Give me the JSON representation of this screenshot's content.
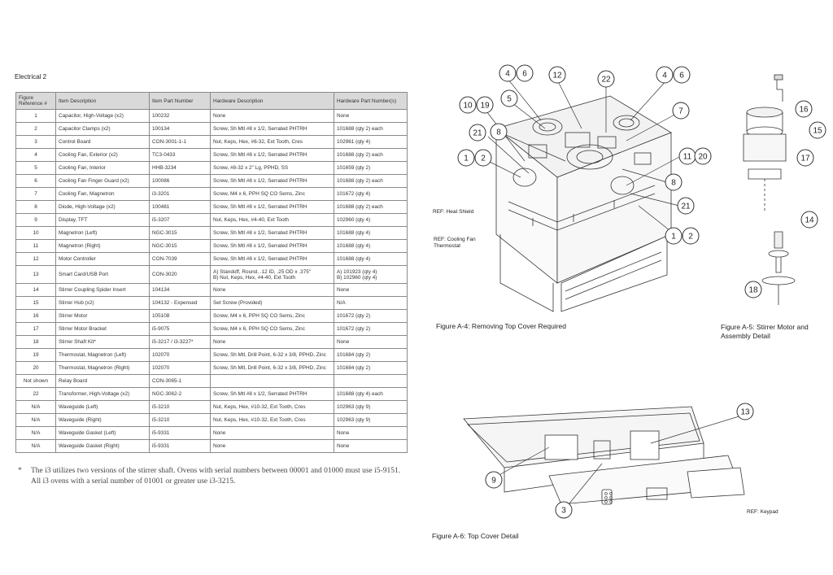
{
  "section_title": "Electrical 2",
  "table": {
    "headers": [
      "Figure Reference #",
      "Item Description",
      "Item Part Number",
      "Hardware Description",
      "Hardware Part Number(s)"
    ],
    "rows": [
      [
        "1",
        "Capacitor, High-Voltage (x2)",
        "100232",
        "None",
        "None"
      ],
      [
        "2",
        "Capacitor Clamps (x2)",
        "100134",
        "Screw, Sh Mtl #8 x 1/2, Serrated PHTRH",
        "101688 (qty 2) each"
      ],
      [
        "3",
        "Control Board",
        "CON-3001-1-1",
        "Nut, Keps, Hex, #6-32, Ext Tooth, Cres",
        "102961 (qty 4)"
      ],
      [
        "4",
        "Cooling Fan, Exterior (x2)",
        "TC3-0433",
        "Screw, Sh Mtl #8 x 1/2, Serrated PHTRH",
        "101688 (qty 2) each"
      ],
      [
        "5",
        "Cooling Fan, Interior",
        "HHB-3234",
        "Screw, #8-32 x 2\" Lg, PPHD, SS",
        "101659 (qty 2)"
      ],
      [
        "6",
        "Cooling Fan Finger Guard (x2)",
        "100086",
        "Screw, Sh Mtl #8 x 1/2, Serrated PHTRH",
        "101688 (qty 2) each"
      ],
      [
        "7",
        "Cooling Fan, Magnetron",
        "i3-3201",
        "Screw, M4 x 6,  PPH SQ CO Sems, Zinc",
        "101672 (qty 4)"
      ],
      [
        "8",
        "Diode, High-Voltage (x2)",
        "100481",
        "Screw, Sh Mtl #8 x 1/2, Serrated PHTRH",
        "101688 (qty 2) each"
      ],
      [
        "9",
        "Display, TFT",
        "i5-3207",
        "Nut, Keps, Hex, #4-40, Ext Tooth",
        "102960 (qty 4)"
      ],
      [
        "10",
        "Magnetron (Left)",
        "NGC-3015",
        "Screw, Sh Mtl #8 x 1/2, Serrated PHTRH",
        "101688 (qty 4)"
      ],
      [
        "11",
        "Magnetron (Right)",
        "NGC-3015",
        "Screw, Sh Mtl #8 x 1/2, Serrated PHTRH",
        "101688 (qty 4)"
      ],
      [
        "12",
        "Motor Controller",
        "CON-7039",
        "Screw, Sh Mtl #8 x 1/2, Serrated PHTRH",
        "101688 (qty 4)"
      ],
      [
        "13",
        "Smart Card/USB Port",
        "CON-3020",
        "A) Standoff, Round, .12 ID, .25 OD x .375\"|B) Nut, Keps, Hex, #4-40, Ext Tooth",
        "A) 101923 (qty 4)|B) 102960 (qty 4)"
      ],
      [
        "14",
        "Stirrer Coupling Spider Insert",
        "104134",
        "None",
        "None"
      ],
      [
        "15",
        "Stirrer Hub (x2)",
        "104132 - Expensed",
        "Set Screw (Provided)",
        "N/A"
      ],
      [
        "16",
        "Stirrer Motor",
        "105108",
        "Screw, M4 x 6,  PPH SQ CO Sems, Zinc",
        "101672 (qty 2)"
      ],
      [
        "17",
        "Stirrer Motor Bracket",
        "i5-9075",
        "Screw, M4 x 6,  PPH SQ CO Sems, Zinc",
        "101672 (qty 2)"
      ],
      [
        "18",
        "Stirrer Shaft Kit*",
        "i5-3217 / i3-3227*",
        "None",
        "None"
      ],
      [
        "19",
        "Thermostat, Magnetron (Left)",
        "102070",
        "Screw, Sh Mtl, Drill Point, 6-32 x 3/8, PPHD, Zinc",
        "101684 (qty 2)"
      ],
      [
        "20",
        "Thermostat, Magnetron (Right)",
        "102070",
        "Screw, Sh Mtl, Drill Point, 6-32 x 3/8, PPHD, Zinc",
        "101684 (qty 2)"
      ],
      [
        "Not shown",
        "Relay Board",
        "CON-3065-1",
        "",
        ""
      ],
      [
        "22",
        "Transformer, High-Voltage (x2)",
        "NGC-3062-2",
        "Screw, Sh Mtl #8 x 1/2, Serrated PHTRH",
        "101688 (qty 4) each"
      ],
      [
        "N/A",
        "Waveguide (Left)",
        "i5-3210",
        "Nut, Keps, Hex, #10-32, Ext Tooth, Cres",
        "102963 (qty 9)"
      ],
      [
        "N/A",
        "Waveguide (Right)",
        "i5-3210",
        "Nut, Keps, Hex, #10-32, Ext Tooth, Cres",
        "102963 (qty 9)"
      ],
      [
        "N/A",
        "Waveguide Gasket (Left)",
        "i5-9331",
        "None",
        "None"
      ],
      [
        "N/A",
        "Waveguide Gasket (Right)",
        "i5-9331",
        "None",
        "None"
      ]
    ]
  },
  "footnote": {
    "mark": "*",
    "text": "The i3 utilizes two versions of the stirrer shaft. Ovens with serial numbers between 00001 and 01000 must use i5-9151. All i3 ovens with a serial number of 01001 or greater use i3-3215."
  },
  "figures": {
    "a4": {
      "caption": "Figure A-4: Removing Top Cover Required",
      "ref_heat_shield": "REF: Heat Shield",
      "ref_cooling_fan": "REF: Cooling Fan Thermostat",
      "callouts": [
        "4",
        "6",
        "12",
        "22",
        "4",
        "6",
        "10",
        "19",
        "5",
        "7",
        "21",
        "8",
        "1",
        "2",
        "11",
        "20",
        "8",
        "21",
        "1",
        "2"
      ]
    },
    "a5": {
      "caption": "Figure A-5: Stirrer Motor and Assembly Detail",
      "callouts": [
        "16",
        "15",
        "17",
        "14",
        "18"
      ]
    },
    "a6": {
      "caption": "Figure A-6: Top Cover Detail",
      "ref_keypad": "REF: Keypad",
      "callouts": [
        "13",
        "9",
        "3"
      ]
    }
  }
}
